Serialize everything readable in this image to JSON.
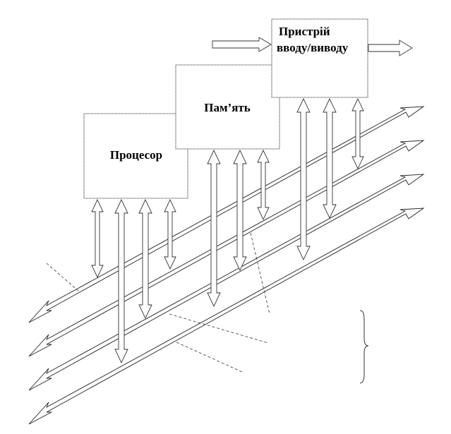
{
  "blocks": {
    "processor": "Процесор",
    "memory": "Пам’ять",
    "io_line1": "Пристрій",
    "io_line2": "вводу/виводу"
  }
}
